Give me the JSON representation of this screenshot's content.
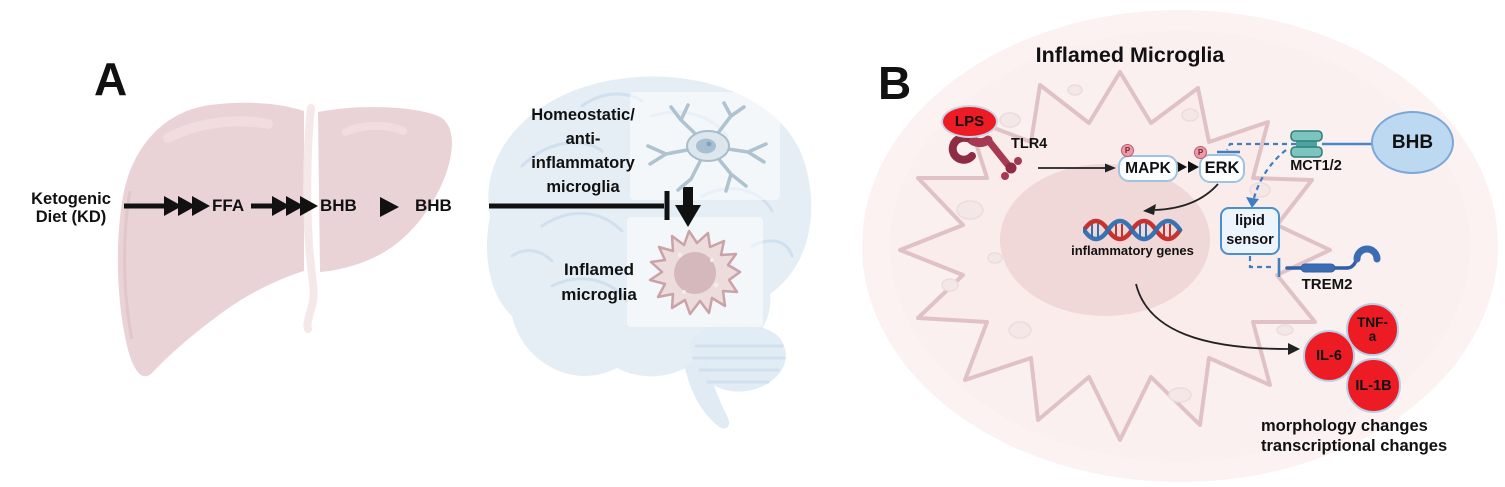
{
  "figure": {
    "panel_a": {
      "label": "A",
      "diet_line1": "Ketogenic",
      "diet_line2": "Diet (KD)",
      "ffa": "FFA",
      "bhb_liver": "BHB",
      "bhb_blood": "BHB",
      "homeo_line1": "Homeostatic/",
      "homeo_line2": "anti-",
      "homeo_line3": "inflammatory",
      "homeo_line4": "microglia",
      "inflamed_line1": "Inflamed",
      "inflamed_line2": "microglia"
    },
    "panel_b": {
      "label": "B",
      "title": "Inflamed Microglia",
      "lps": "LPS",
      "tlr4": "TLR4",
      "mapk": "MAPK",
      "erk": "ERK",
      "phospho": "P",
      "mct12": "MCT1/2",
      "bhb": "BHB",
      "lipid_line1": "lipid",
      "lipid_line2": "sensor",
      "trem2": "TREM2",
      "genes": "inflammatory genes",
      "il6": "IL-6",
      "tnf_line1": "TNF-",
      "tnf_line2": "a",
      "il1b": "IL-1B",
      "footer_line1": "morphology changes",
      "footer_line2": "transcriptional changes"
    },
    "colors": {
      "lps_red": "#ed1c24",
      "cytokine_red": "#ed1c24",
      "tlr4_maroon": "#a63a52",
      "mct_teal": "#63b3ad",
      "bhb_blue_fill": "#bdd9f1",
      "signal_blue": "#3f7fc1",
      "trem2_blue": "#3b6cb4",
      "cell_fill_pink": "#f9eceb",
      "cell_outline_pink": "#e0c2c6",
      "nucleus_pink": "#f0d7d8",
      "liver_pink": "#e9d3d6",
      "brain_blue": "#e3edf5",
      "dna_red": "#c5322f",
      "dna_blue": "#2d6fb0",
      "arrow_black": "#111111"
    }
  }
}
